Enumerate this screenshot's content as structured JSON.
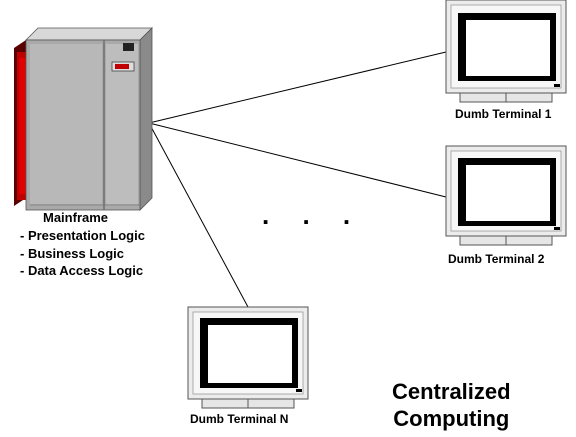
{
  "mainframe": {
    "title": "Mainframe",
    "lines": [
      "- Presentation Logic",
      "- Business Logic",
      "- Data Access Logic"
    ]
  },
  "terminals": [
    {
      "label": "Dumb Terminal 1"
    },
    {
      "label": "Dumb Terminal 2"
    },
    {
      "label": "Dumb Terminal N"
    }
  ],
  "ellipsis": ". . .",
  "caption": {
    "line1": "Centralized",
    "line2": "Computing"
  },
  "colors": {
    "mainframe_body": "#a9a9a9",
    "mainframe_side": "#c00000",
    "monitor_body": "#ececec",
    "screen_frame": "#000000",
    "connector": "#000000"
  }
}
